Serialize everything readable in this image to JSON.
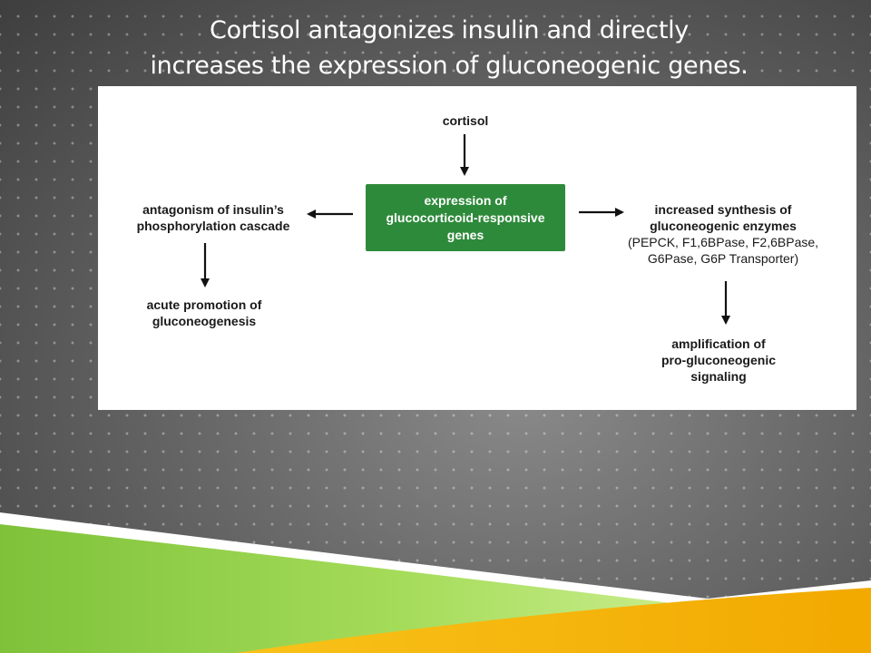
{
  "slide": {
    "title_lines": [
      "Cortisol antagonizes insulin and directly",
      "increases the expression of gluconeogenic genes."
    ]
  },
  "diagram": {
    "top": "cortisol",
    "center_lines": [
      "expression of",
      "glucocorticoid-responsive",
      "genes"
    ],
    "left_lines": [
      "antagonism of insulin’s",
      "phosphorylation cascade"
    ],
    "left_bottom_lines": [
      "acute promotion of",
      "gluconeogenesis"
    ],
    "right_lines": [
      "increased synthesis of",
      "gluconeogenic enzymes",
      "(PEPCK, F1,6BPase, F2,6BPase,",
      "G6Pase, G6P Transporter)"
    ],
    "right_bottom_lines": [
      "amplification of",
      "pro-gluconeogenic",
      "signaling"
    ]
  },
  "colors": {
    "center_box": "#2e8a3b",
    "accent_green": "#8fd13f",
    "accent_yellow": "#f4b400"
  }
}
